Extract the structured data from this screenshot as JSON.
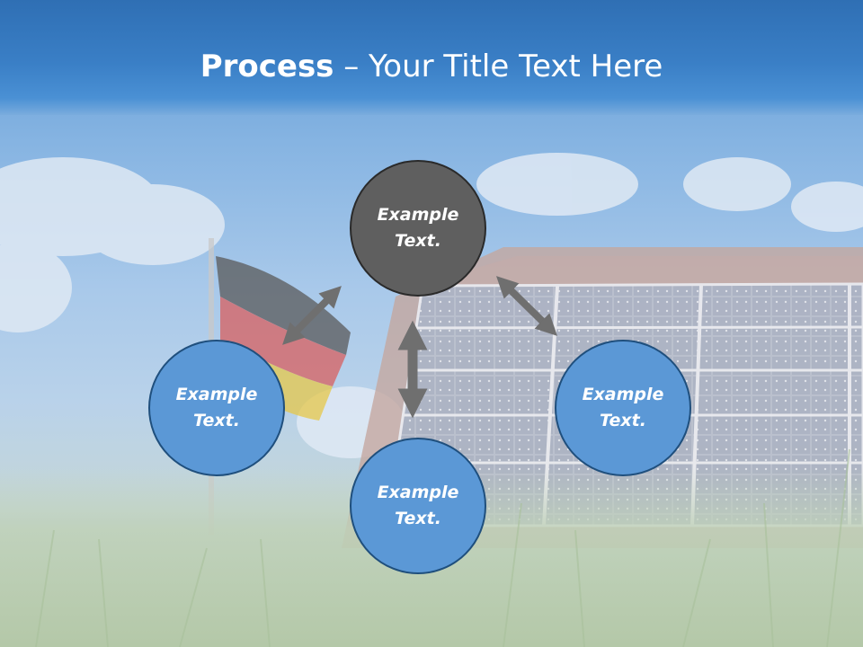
{
  "title": {
    "bold": "Process",
    "rest": " – Your Title Text Here"
  },
  "nodes": {
    "top": "Example Text.",
    "left": "Example Text.",
    "right": "Example Text.",
    "bottom": "Example Text."
  },
  "colors": {
    "header": "#3a7fc6",
    "node_blue": "#5b98d6",
    "node_dark": "#5f5f5f",
    "arrow": "#6f6f6f"
  }
}
